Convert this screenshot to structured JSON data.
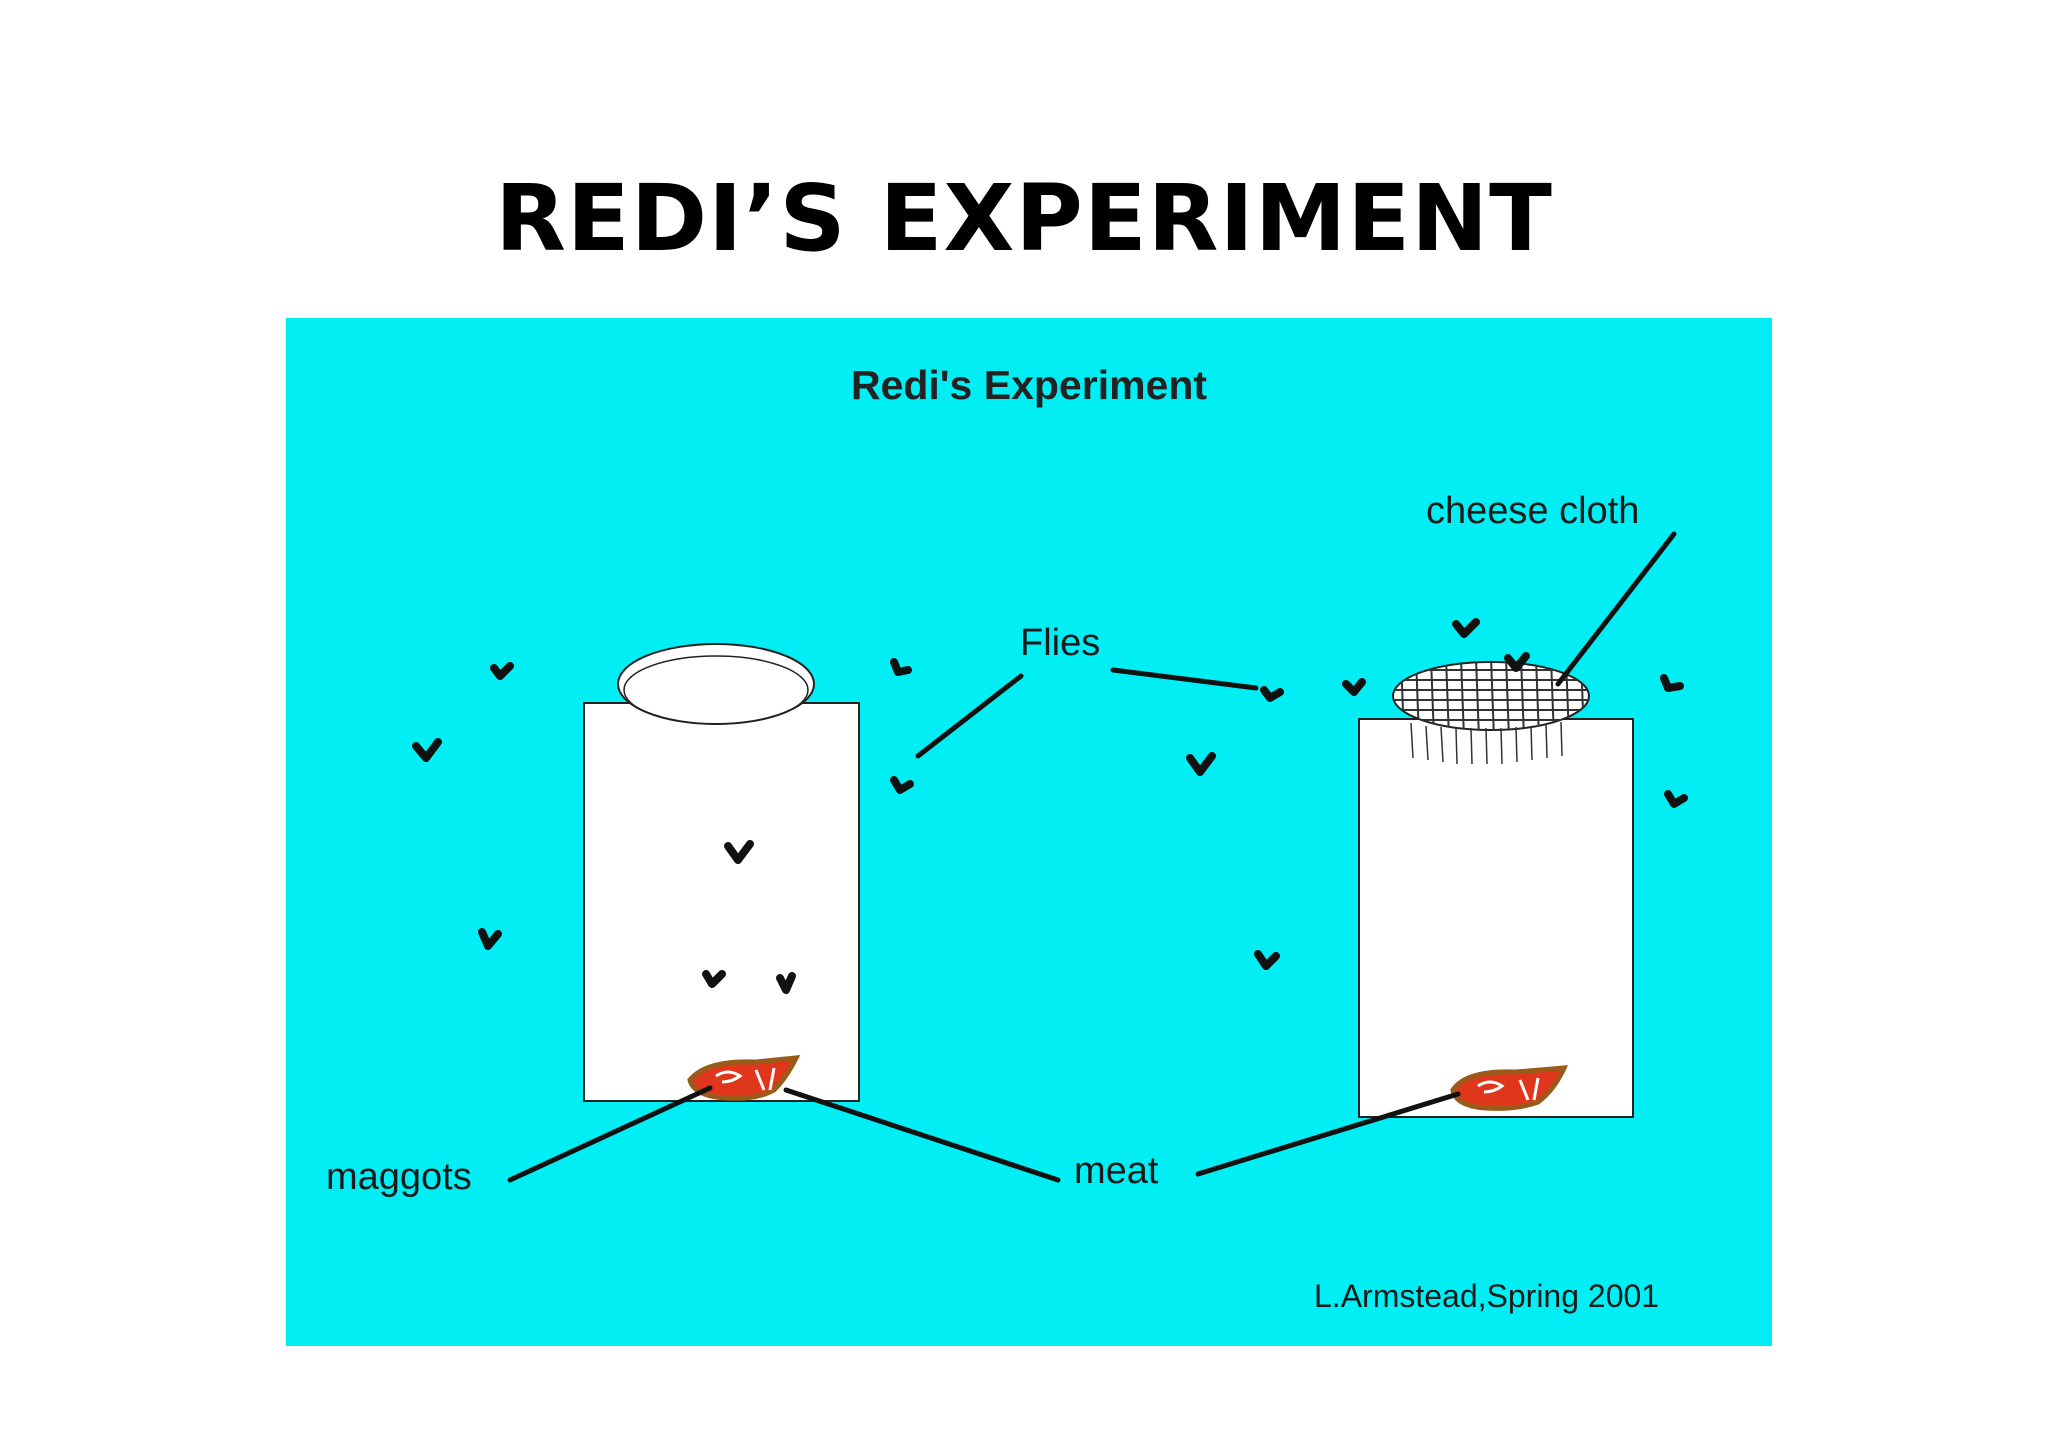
{
  "slide": {
    "title": "REDI’S EXPERIMENT"
  },
  "diagram": {
    "title": "Redi's Experiment",
    "labels": {
      "cheese_cloth": "cheese cloth",
      "flies": "Flies",
      "maggots": "maggots",
      "meat": "meat"
    },
    "credit": "L.Armstead,Spring 2001"
  },
  "colors": {
    "panel_background": "#00eef4",
    "jar": "#ffffff",
    "meat": "#e0361c",
    "meat_outline": "#9a5a1a",
    "line": "#111111"
  }
}
